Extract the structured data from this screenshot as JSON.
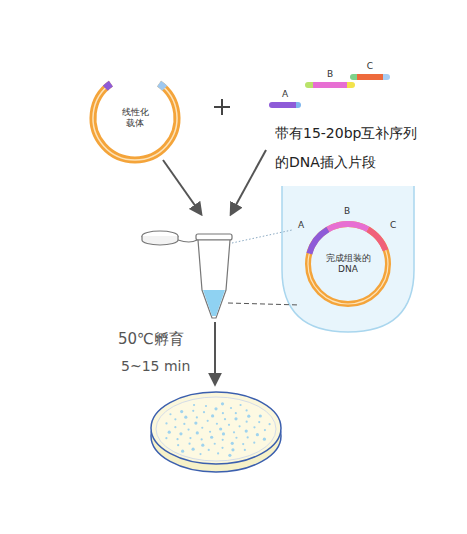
{
  "diagram": {
    "nodes": [
      {
        "text": [
          "线性化 载体"
        ]
      },
      {
        "text": [
          "A"
        ]
      },
      {
        "text": [
          "B"
        ]
      },
      {
        "text": [
          "C"
        ]
      },
      {
        "text": [
          "完成组装的 DNA"
        ]
      }
    ],
    "labels": [
      "带有15-20bp互补序列 的DNA插入片段",
      "A",
      "B",
      "C",
      "50℃孵育",
      "5~15 min"
    ]
  }
}
